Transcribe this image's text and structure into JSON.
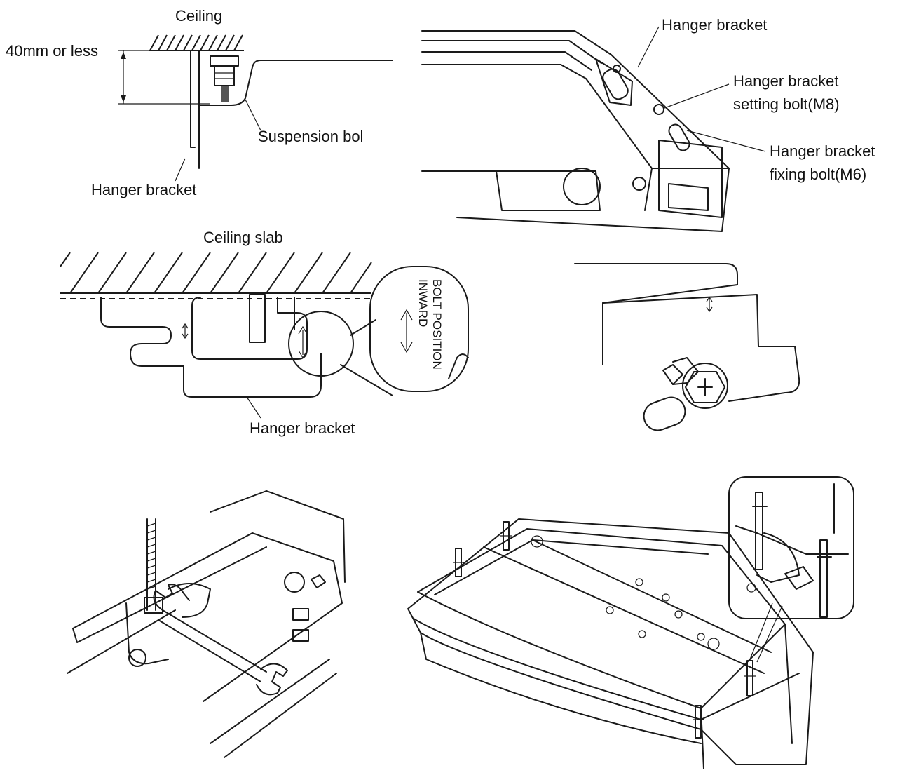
{
  "labels": {
    "ceiling": "Ceiling",
    "dimension": "40mm or less",
    "suspension_bolt": "Suspension bol",
    "hanger_bracket_a": "Hanger bracket",
    "hanger_bracket_b": "Hanger bracket",
    "setting_bolt_line1": "Hanger bracket",
    "setting_bolt_line2": "setting bolt(M8)",
    "fixing_bolt_line1": "Hanger bracket",
    "fixing_bolt_line2": "fixing bolt(M6)",
    "ceiling_slab": "Ceiling slab",
    "bolt_position_line1": "BOLT POSITION",
    "bolt_position_line2": "INWARD",
    "hanger_bracket_c": "Hanger bracket"
  },
  "icons": [
    "ceiling-hatch",
    "suspension-bolt",
    "hanger-bracket",
    "wrench",
    "hex-bolt",
    "indoor-unit",
    "magnifier-callout"
  ]
}
